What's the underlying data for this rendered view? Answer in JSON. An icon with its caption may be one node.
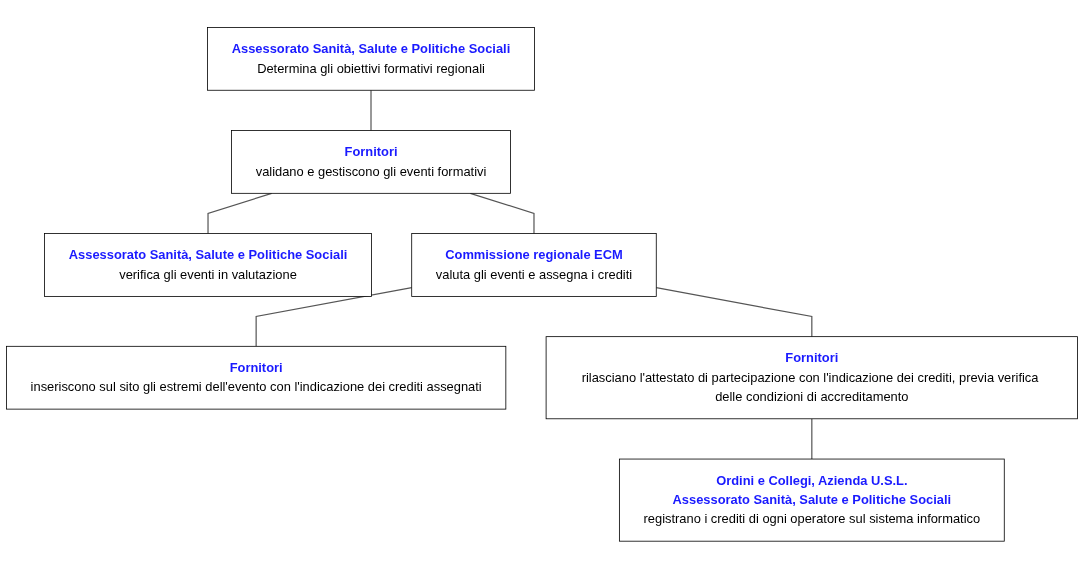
{
  "diagram": {
    "nodes": [
      {
        "text": [
          "Assessorato Sanità, Salute e Politiche Sociali",
          "Determina gli obiettivi formativi regionali"
        ]
      },
      {
        "text": [
          "Fornitori",
          "validano e gestiscono gli eventi formativi"
        ]
      },
      {
        "text": [
          "Assessorato Sanità, Salute e Politiche Sociali",
          "verifica gli eventi in valutazione"
        ]
      },
      {
        "text": [
          "Commissione regionale ECM",
          "valuta gli eventi e assegna i crediti"
        ]
      },
      {
        "text": [
          "Fornitori",
          "inseriscono sul sito gli estremi dell'evento con l'indicazione dei crediti assegnati"
        ]
      },
      {
        "text": [
          "Fornitori",
          "rilasciano l'attestato di partecipazione con l'indicazione dei crediti, previa verifica delle condizioni di accreditamento"
        ]
      },
      {
        "text": [
          "Ordini e Collegi, Azienda U.S.L.",
          "Assessorato Sanità, Salute e Politiche Sociali",
          "registrano i crediti di ogni operatore sul sistema informatico"
        ]
      }
    ],
    "edges": [
      {
        "from": 0,
        "to": 1,
        "arrow": "none"
      },
      {
        "from": 1,
        "to": 2,
        "arrow": "none"
      },
      {
        "from": 1,
        "to": 3,
        "arrow": "none"
      },
      {
        "from": 3,
        "to": 4,
        "arrow": "none"
      },
      {
        "from": 3,
        "to": 5,
        "arrow": "none"
      },
      {
        "from": 5,
        "to": 6,
        "arrow": "none"
      }
    ]
  }
}
